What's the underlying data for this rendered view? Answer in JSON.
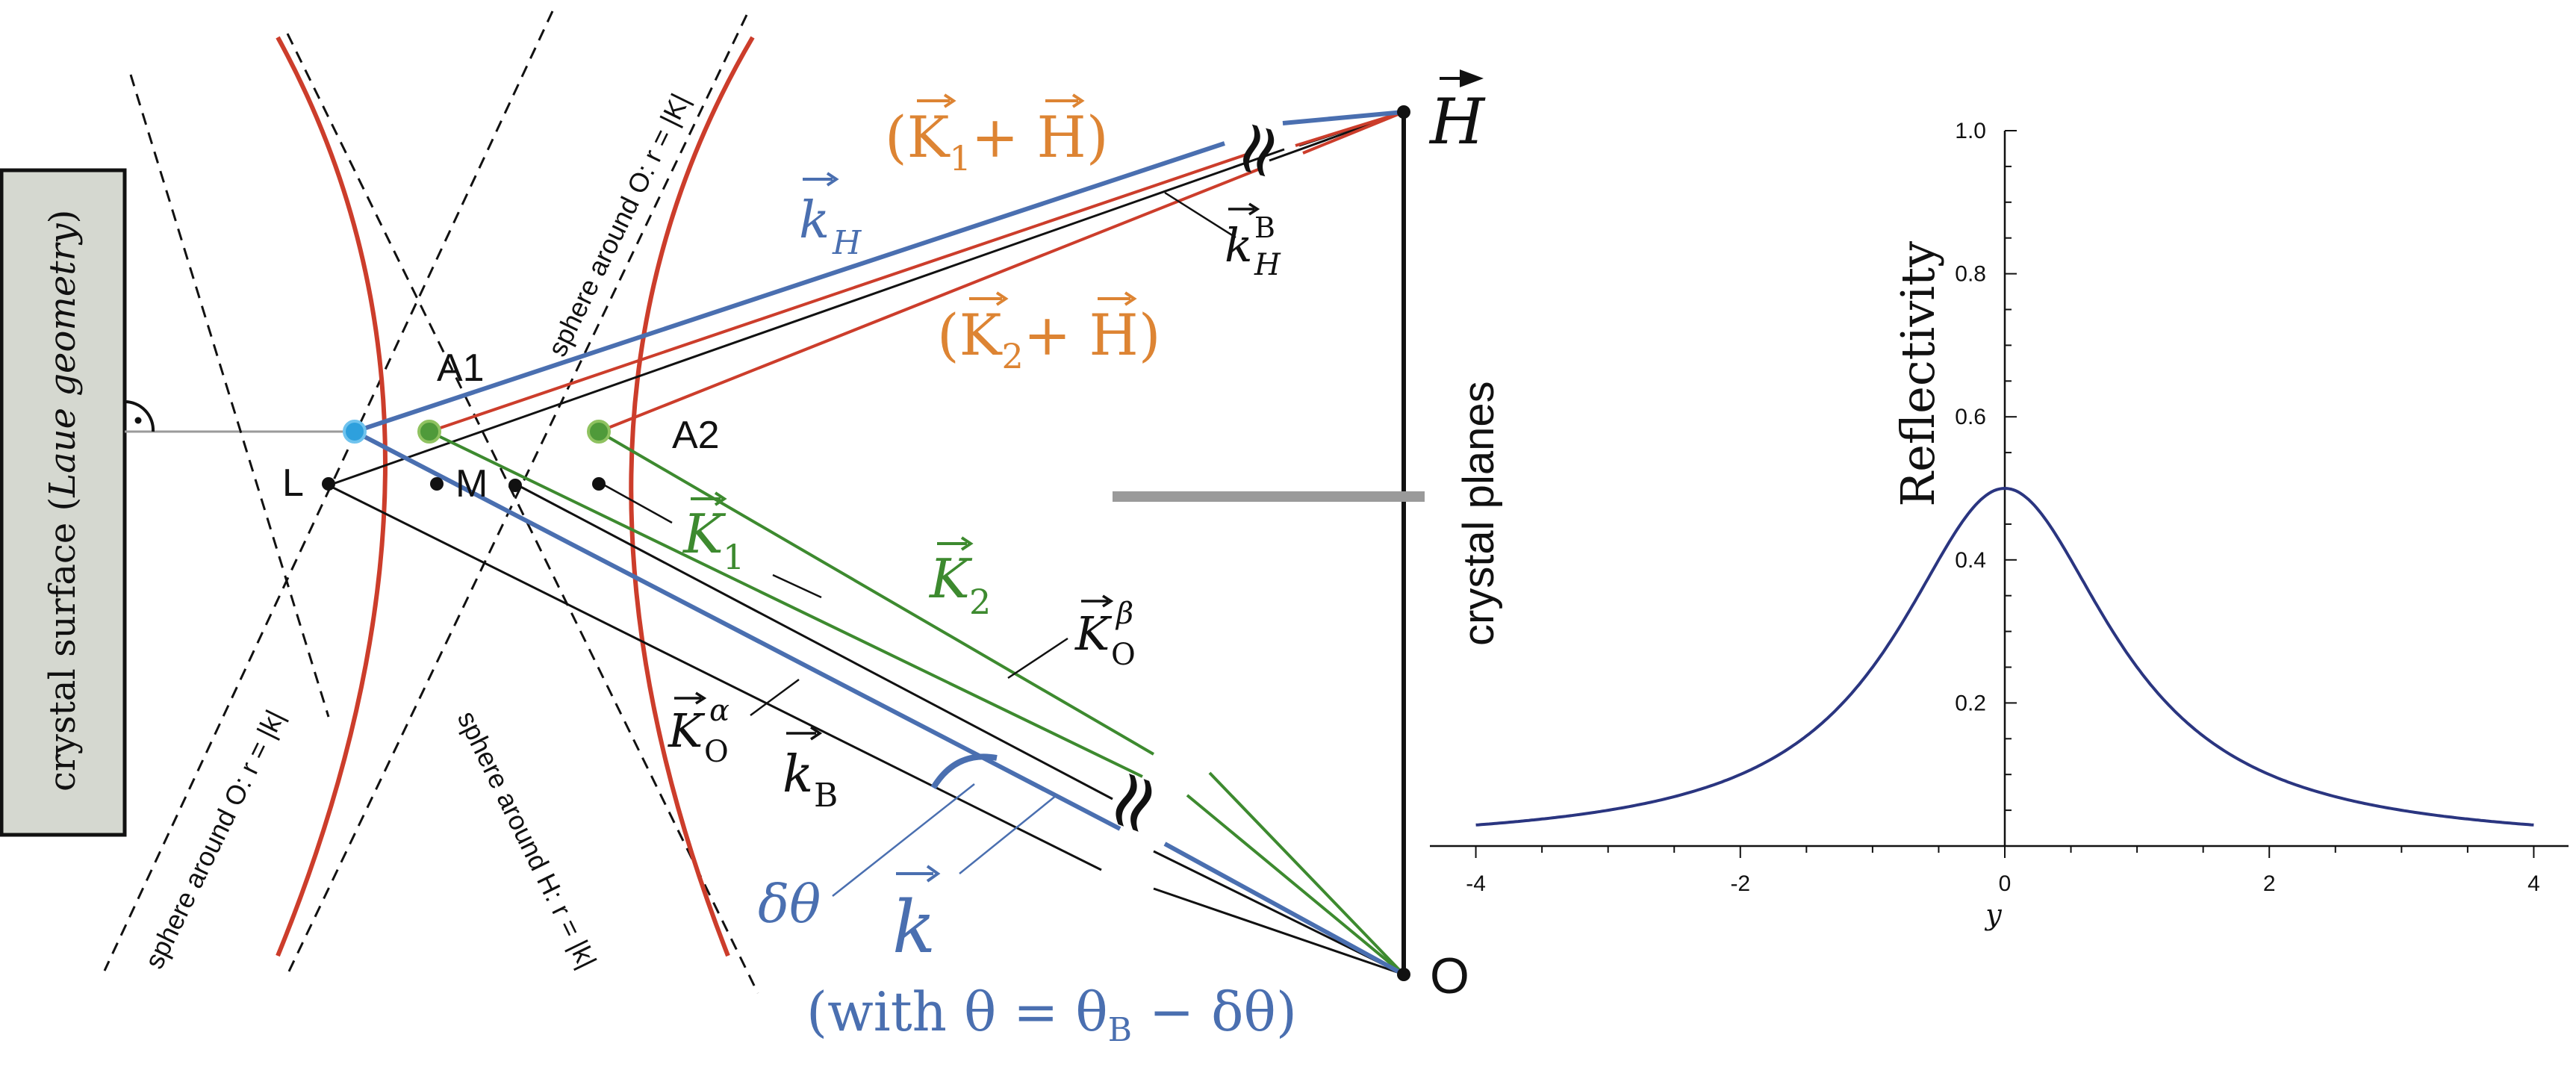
{
  "colors": {
    "blue": "#4a6fb0",
    "red": "#cc3d2b",
    "green": "#3d8a2f",
    "orange": "#dd8433",
    "cyan": "#2ea0dd",
    "green_dot": "#4f9a3a",
    "green_dot_edge": "#8fc260",
    "gray": "#9a9a9a",
    "box_fill": "#d5d8d0",
    "curve": "#2a3580",
    "black": "#111111"
  },
  "diagram": {
    "surface_label_a": "crystal surface (",
    "surface_label_b": "Laue geometry",
    "surface_label_c": ")",
    "crystal_planes": "crystal planes",
    "sphere_o_top": "sphere around O: r = |K|",
    "sphere_o_bottom": "sphere around O: r = |k|",
    "sphere_h": "sphere around H: r = |k|",
    "point_L": "L",
    "point_M": "M",
    "point_A1": "A1",
    "point_A2": "A2",
    "point_O": "O",
    "point_H": "H",
    "label_kH": "k",
    "label_kH_sub": "H",
    "label_kHB": "k",
    "label_kHB_sub": "H",
    "label_kHB_sup": "B",
    "label_K1H_a": "(K",
    "label_K1H_sub": "1",
    "label_K1H_b": "+ H)",
    "label_K2H_a": "(K",
    "label_K2H_sub": "2",
    "label_K2H_b": "+ H)",
    "label_K1": "K",
    "label_K1_sub": "1",
    "label_K2": "K",
    "label_K2_sub": "2",
    "label_KOb": "K",
    "label_KOb_sub": "O",
    "label_KOb_sup": "β",
    "label_KOa": "K",
    "label_KOa_sub": "O",
    "label_KOa_sup": "α",
    "label_kB": "k",
    "label_kB_sub": "B",
    "label_dtheta": "δθ",
    "label_k": "k",
    "label_with": "(with θ = θ",
    "label_with_sub": "B",
    "label_with_end": " − δθ)",
    "break_symbol": "≈"
  },
  "chart_data": {
    "type": "line",
    "title": "",
    "xlabel": "y",
    "ylabel": "Reflectivity",
    "xlim": [
      -4,
      4
    ],
    "ylim": [
      0,
      1.0
    ],
    "xticks": [
      -4,
      -2,
      0,
      2,
      4
    ],
    "yticks": [
      0.2,
      0.4,
      0.6,
      0.8,
      1.0
    ],
    "grid": false,
    "function": "R(y) = 0.5 / (1 + y^2)",
    "series": [
      {
        "x": [
          -4,
          -3.5,
          -3,
          -2.5,
          -2,
          -1.5,
          -1.25,
          -1,
          -0.75,
          -0.5,
          -0.25,
          0,
          0.25,
          0.5,
          0.75,
          1,
          1.25,
          1.5,
          2,
          2.5,
          3,
          3.5,
          4
        ],
        "y": [
          0.029,
          0.037,
          0.05,
          0.069,
          0.1,
          0.154,
          0.195,
          0.25,
          0.32,
          0.4,
          0.471,
          0.5,
          0.471,
          0.4,
          0.32,
          0.25,
          0.195,
          0.154,
          0.1,
          0.069,
          0.05,
          0.037,
          0.029
        ]
      }
    ]
  }
}
